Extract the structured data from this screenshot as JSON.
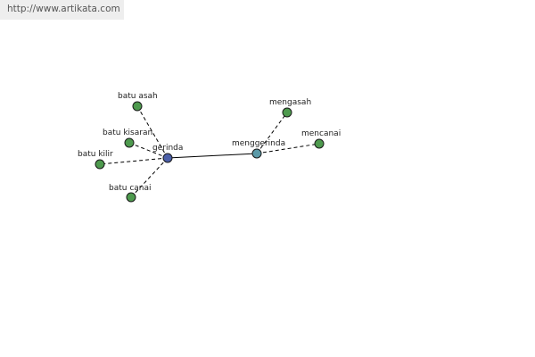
{
  "watermark": {
    "url": "http://www.artikata.com"
  },
  "colors": {
    "synonym_node": "#4e9a4e",
    "root_node": "#4b5fa8",
    "verb_node": "#5b9aa8",
    "edge": "#000000"
  },
  "graph": {
    "nodes": [
      {
        "id": "batu-asah",
        "label": "batu asah",
        "kind": "synonym"
      },
      {
        "id": "batu-kisaran",
        "label": "batu kisaran",
        "kind": "synonym"
      },
      {
        "id": "batu-kilir",
        "label": "batu kilir",
        "kind": "synonym"
      },
      {
        "id": "batu-canai",
        "label": "batu canai",
        "kind": "synonym"
      },
      {
        "id": "gerinda",
        "label": "gerinda",
        "kind": "root"
      },
      {
        "id": "menggerinda",
        "label": "menggerinda",
        "kind": "verb"
      },
      {
        "id": "mengasah",
        "label": "mengasah",
        "kind": "synonym"
      },
      {
        "id": "mencanai",
        "label": "mencanai",
        "kind": "synonym"
      }
    ],
    "edges": [
      {
        "from": "gerinda",
        "to": "batu-asah",
        "style": "dashed"
      },
      {
        "from": "gerinda",
        "to": "batu-kisaran",
        "style": "dashed"
      },
      {
        "from": "gerinda",
        "to": "batu-kilir",
        "style": "dashed"
      },
      {
        "from": "gerinda",
        "to": "batu-canai",
        "style": "dashed"
      },
      {
        "from": "gerinda",
        "to": "menggerinda",
        "style": "solid"
      },
      {
        "from": "menggerinda",
        "to": "mengasah",
        "style": "dashed"
      },
      {
        "from": "menggerinda",
        "to": "mencanai",
        "style": "dashed"
      }
    ]
  }
}
